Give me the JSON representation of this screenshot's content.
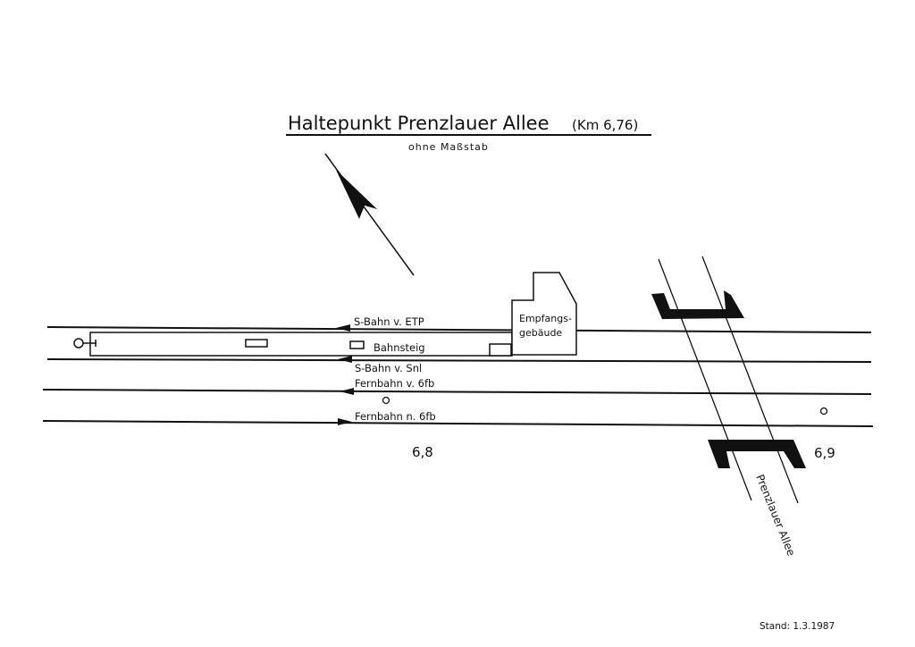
{
  "title": "Haltepunkt Prenzlauer Allee",
  "title_km": "(Km 6,76)",
  "subtitle": "ohne Maßstab",
  "building_label_1": "Empfangs-",
  "building_label_2": "gebäude",
  "platform_label": "Bahnsteig",
  "tracks": [
    {
      "label": "S-Bahn v. ETP",
      "direction": "left"
    },
    {
      "label": "S-Bahn v. Snl",
      "direction": "left"
    },
    {
      "label": "Fernbahn v. 6fb",
      "direction": "left"
    },
    {
      "label": "Fernbahn n. 6fb",
      "direction": "right"
    }
  ],
  "km_markers": [
    "6,8",
    "6,9"
  ],
  "street_label": "Prenzlauer Allee",
  "status": "Stand: 1.3.1987",
  "ink_color": "#111111"
}
